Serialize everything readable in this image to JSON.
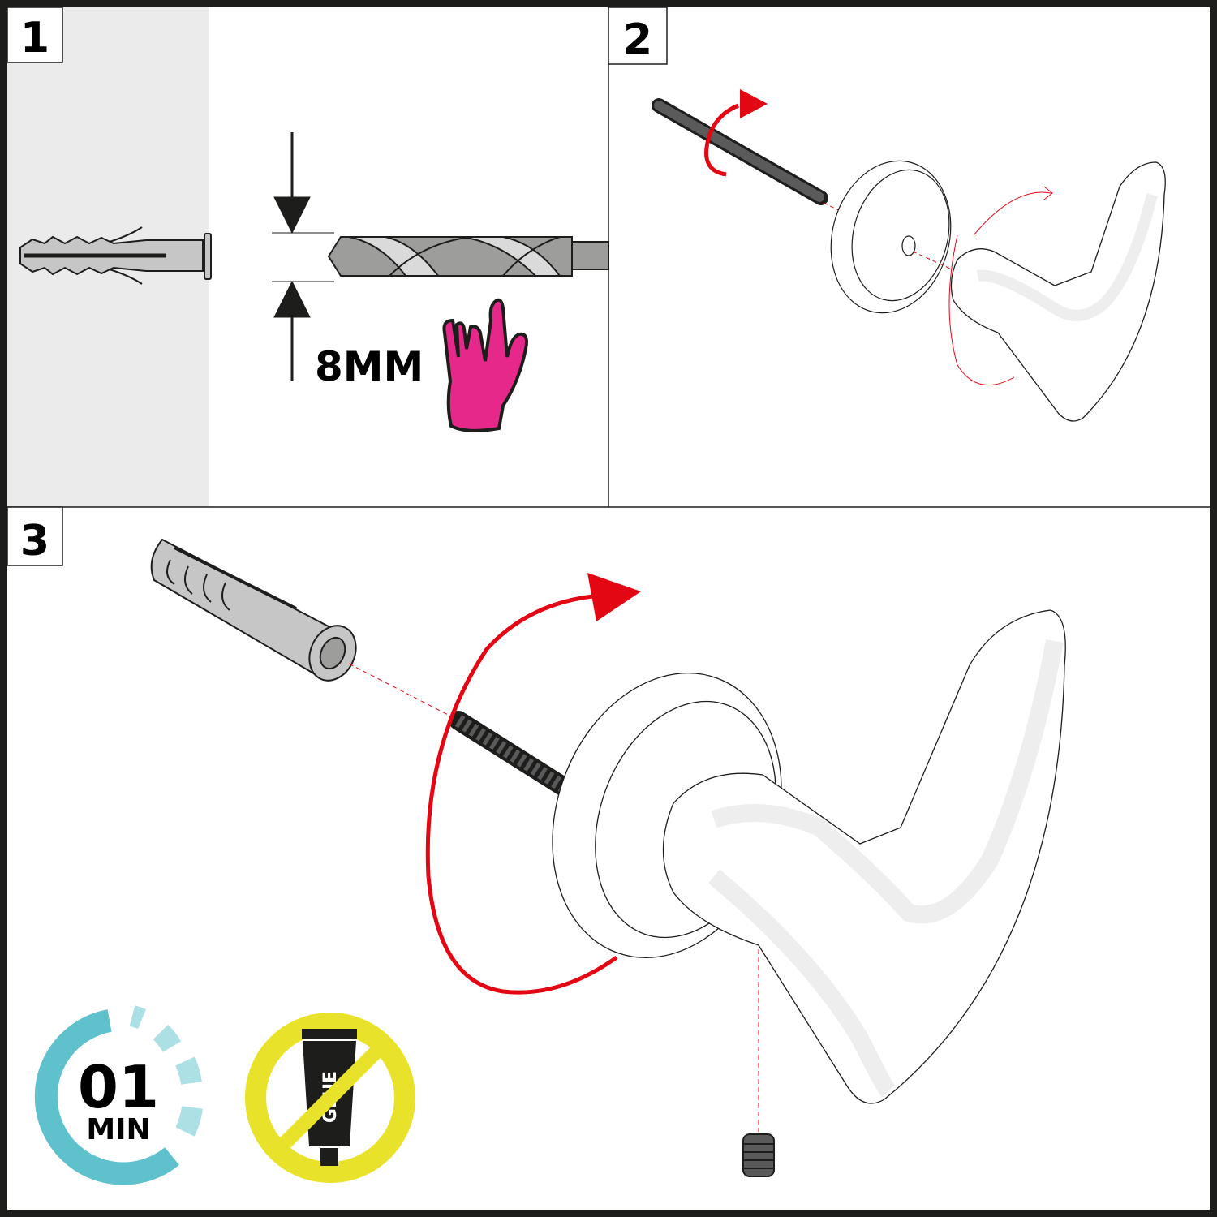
{
  "steps": [
    {
      "number": "1",
      "dimension_label": "8MM"
    },
    {
      "number": "2"
    },
    {
      "number": "3"
    }
  ],
  "badges": {
    "time": {
      "value": "01",
      "unit": "MIN"
    },
    "no_glue": {
      "tube_label": "GLUE"
    }
  },
  "colors": {
    "frame": "#1d1d1b",
    "wall": "#ebebeb",
    "rotation_arrow": "#e30613",
    "hand": "#e6288a",
    "timer": "#5ec1cc",
    "timer_light": "#ade0e5",
    "no_sign": "#e9e22a"
  }
}
